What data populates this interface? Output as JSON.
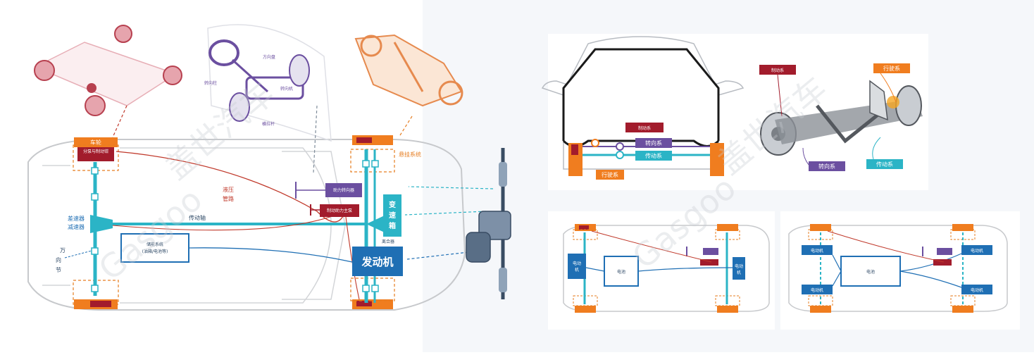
{
  "left_diagram": {
    "wheel_label": "车轮",
    "brake_distributor_label": "分泵与制动钳",
    "suspension_label": "悬挂系统",
    "hydraulic_line_label": "液压管路",
    "driveshaft_label": "传动轴",
    "differential_label": "差速器\n减速器",
    "universal_joint_label": "万向\n节",
    "energy_storage_label": "储能系统\n(油箱/电池等)",
    "steering_assist_label": "助力转向器",
    "brake_booster_label": "制动助力主泵",
    "transmission_label": "变速箱",
    "engine_label": "发动机",
    "clutch_label": "离合器",
    "steering_inset_labels": [
      "方向盘",
      "转向柱",
      "转向机",
      "横拉杆"
    ]
  },
  "right_top": {
    "brake_label": "制动系",
    "steering_label": "转向系",
    "transmission_label": "传动系",
    "running_label": "行驶系",
    "inset_brake_label": "制动系",
    "inset_running_label": "行驶系",
    "inset_steering_label": "转向系",
    "inset_transmission_label": "传动系"
  },
  "right_bottom_left": {
    "motor_label": "电动机",
    "battery_label": "电池"
  },
  "right_bottom_right": {
    "motor_labels": [
      "电动机",
      "电动机",
      "电动机",
      "电动机"
    ],
    "battery_label": "电池"
  },
  "watermark": {
    "text_cn": "盖世汽车",
    "text_en": "Gasgoo"
  },
  "colors": {
    "orange": "#f07d1f",
    "teal": "#2bb4c6",
    "blue": "#1f6fb4",
    "red_box": "#a21c2c",
    "purple": "#6b4fa0",
    "outline": "#c7c9cc"
  }
}
